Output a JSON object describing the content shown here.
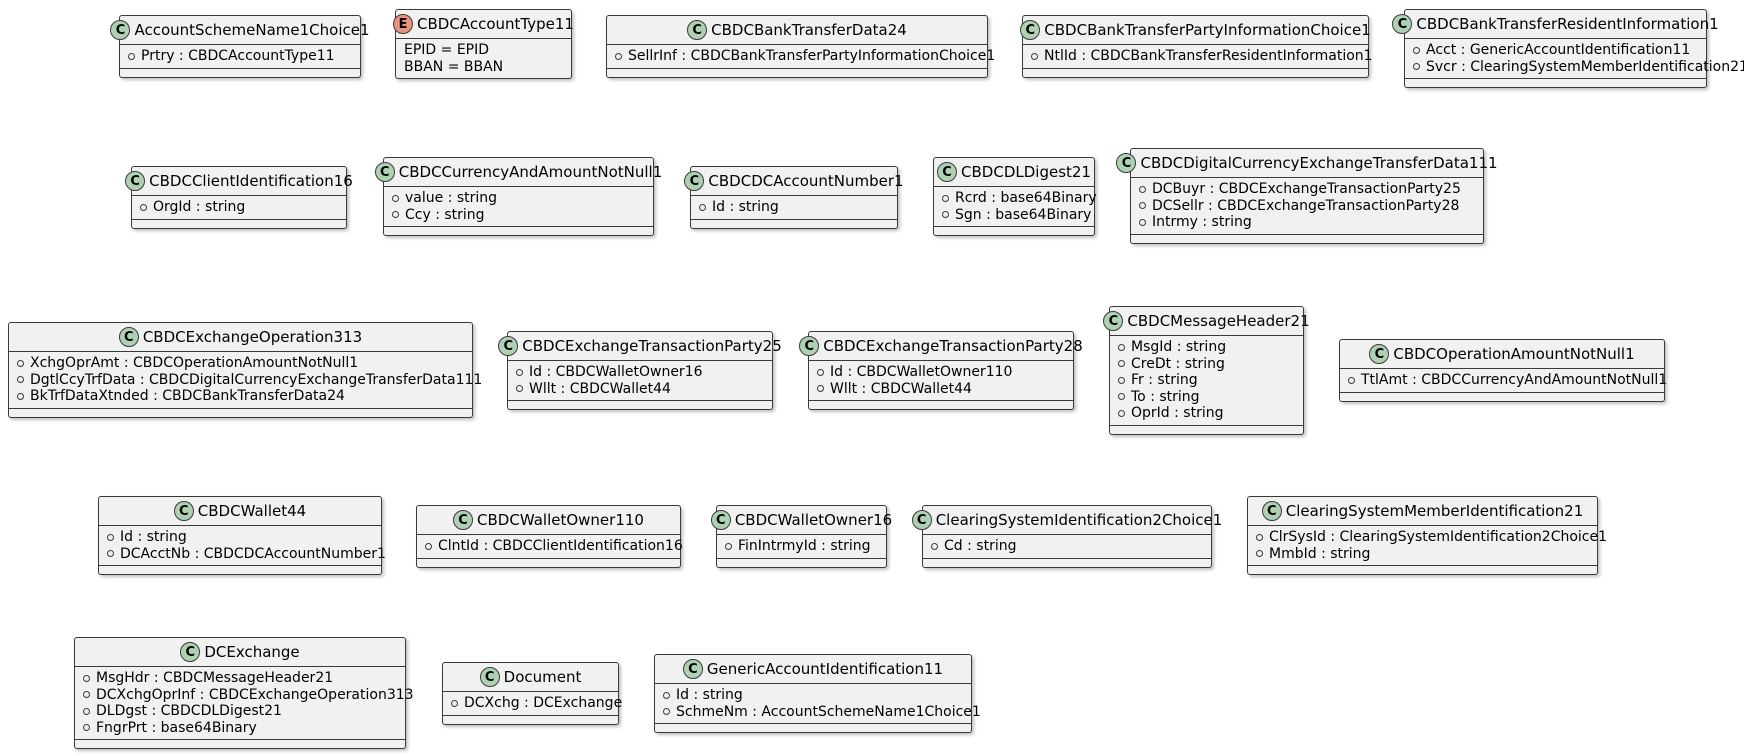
{
  "diagram": {
    "classes": [
      {
        "name": "AccountSchemeName1Choice1",
        "stereotype": "C",
        "attributes": [
          "Prtry : CBDCAccountType11"
        ]
      },
      {
        "name": "CBDCAccountType11",
        "stereotype": "E",
        "attributes": [
          "EPID = EPID",
          "BBAN = BBAN"
        ]
      },
      {
        "name": "CBDCBankTransferData24",
        "stereotype": "C",
        "attributes": [
          "SellrInf : CBDCBankTransferPartyInformationChoice1"
        ]
      },
      {
        "name": "CBDCBankTransferPartyInformationChoice1",
        "stereotype": "C",
        "attributes": [
          "NtlId : CBDCBankTransferResidentInformation1"
        ]
      },
      {
        "name": "CBDCBankTransferResidentInformation1",
        "stereotype": "C",
        "attributes": [
          "Acct : GenericAccountIdentification11",
          "Svcr : ClearingSystemMemberIdentification21"
        ]
      },
      {
        "name": "CBDCClientIdentification16",
        "stereotype": "C",
        "attributes": [
          "OrgId : string"
        ]
      },
      {
        "name": "CBDCCurrencyAndAmountNotNull1",
        "stereotype": "C",
        "attributes": [
          "value : string",
          "Ccy : string"
        ]
      },
      {
        "name": "CBDCDCAccountNumber1",
        "stereotype": "C",
        "attributes": [
          "Id : string"
        ]
      },
      {
        "name": "CBDCDLDigest21",
        "stereotype": "C",
        "attributes": [
          "Rcrd : base64Binary",
          "Sgn : base64Binary"
        ]
      },
      {
        "name": "CBDCDigitalCurrencyExchangeTransferData111",
        "stereotype": "C",
        "attributes": [
          "DCBuyr : CBDCExchangeTransactionParty25",
          "DCSellr : CBDCExchangeTransactionParty28",
          "Intrmy : string"
        ]
      },
      {
        "name": "CBDCExchangeOperation313",
        "stereotype": "C",
        "attributes": [
          "XchgOprAmt : CBDCOperationAmountNotNull1",
          "DgtlCcyTrfData : CBDCDigitalCurrencyExchangeTransferData111",
          "BkTrfDataXtnded : CBDCBankTransferData24"
        ]
      },
      {
        "name": "CBDCExchangeTransactionParty25",
        "stereotype": "C",
        "attributes": [
          "Id : CBDCWalletOwner16",
          "Wllt : CBDCWallet44"
        ]
      },
      {
        "name": "CBDCExchangeTransactionParty28",
        "stereotype": "C",
        "attributes": [
          "Id : CBDCWalletOwner110",
          "Wllt : CBDCWallet44"
        ]
      },
      {
        "name": "CBDCMessageHeader21",
        "stereotype": "C",
        "attributes": [
          "MsgId : string",
          "CreDt : string",
          "Fr : string",
          "To : string",
          "OprId : string"
        ]
      },
      {
        "name": "CBDCOperationAmountNotNull1",
        "stereotype": "C",
        "attributes": [
          "TtlAmt : CBDCCurrencyAndAmountNotNull1"
        ]
      },
      {
        "name": "CBDCWallet44",
        "stereotype": "C",
        "attributes": [
          "Id : string",
          "DCAcctNb : CBDCDCAccountNumber1"
        ]
      },
      {
        "name": "CBDCWalletOwner110",
        "stereotype": "C",
        "attributes": [
          "ClntId : CBDCClientIdentification16"
        ]
      },
      {
        "name": "CBDCWalletOwner16",
        "stereotype": "C",
        "attributes": [
          "FinIntrmyId : string"
        ]
      },
      {
        "name": "ClearingSystemIdentification2Choice1",
        "stereotype": "C",
        "attributes": [
          "Cd : string"
        ]
      },
      {
        "name": "ClearingSystemMemberIdentification21",
        "stereotype": "C",
        "attributes": [
          "ClrSysId : ClearingSystemIdentification2Choice1",
          "MmbId : string"
        ]
      },
      {
        "name": "DCExchange",
        "stereotype": "C",
        "attributes": [
          "MsgHdr : CBDCMessageHeader21",
          "DCXchgOprInf : CBDCExchangeOperation313",
          "DLDgst : CBDCDLDigest21",
          "FngrPrt : base64Binary"
        ]
      },
      {
        "name": "Document",
        "stereotype": "C",
        "attributes": [
          "DCXchg : DCExchange"
        ]
      },
      {
        "name": "GenericAccountIdentification11",
        "stereotype": "C",
        "attributes": [
          "Id : string",
          "SchmeNm : AccountSchemeName1Choice1"
        ]
      }
    ]
  }
}
